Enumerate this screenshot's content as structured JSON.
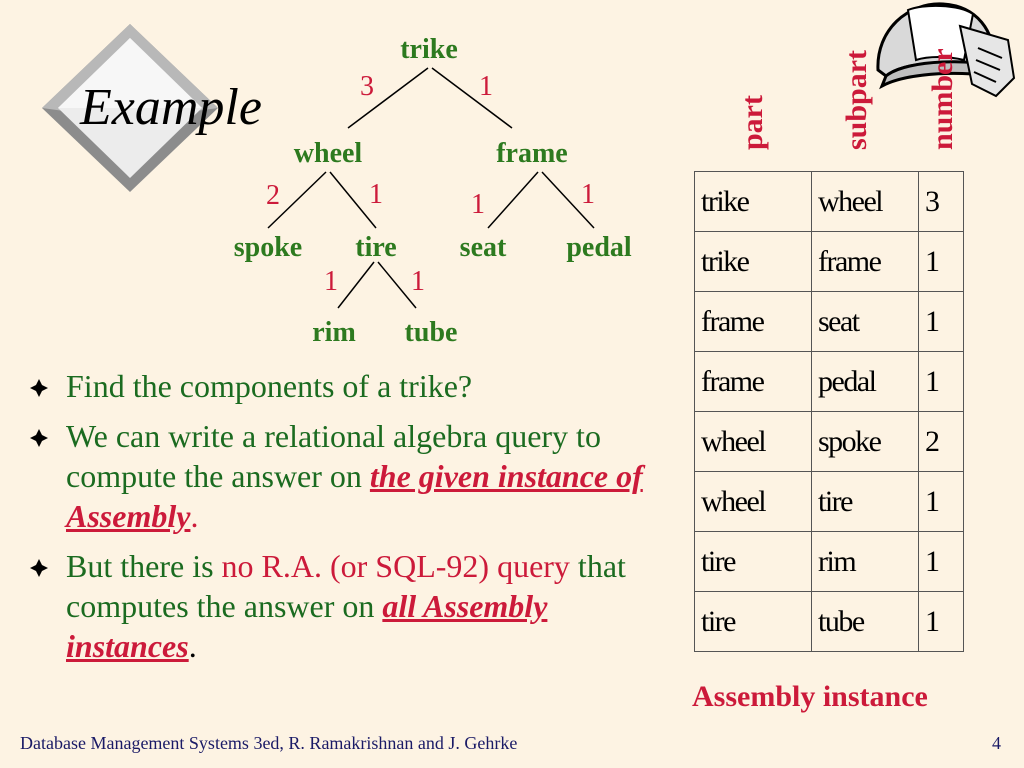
{
  "slide": {
    "title": "Example",
    "footer_text": "Database Management Systems 3ed,  R. Ramakrishnan and J. Gehrke",
    "page_number": "4"
  },
  "tree": {
    "nodes": {
      "trike": "trike",
      "wheel": "wheel",
      "frame": "frame",
      "spoke": "spoke",
      "tire": "tire",
      "seat": "seat",
      "pedal": "pedal",
      "rim": "rim",
      "tube": "tube"
    },
    "edges": {
      "trike_wheel": "3",
      "trike_frame": "1",
      "wheel_spoke": "2",
      "wheel_tire": "1",
      "frame_seat": "1",
      "frame_pedal": "1",
      "tire_rim": "1",
      "tire_tube": "1"
    }
  },
  "table": {
    "headers": [
      "part",
      "subpart",
      "number"
    ],
    "rows": [
      [
        "trike",
        "wheel",
        "3"
      ],
      [
        "trike",
        "frame",
        "1"
      ],
      [
        "frame",
        "seat",
        "1"
      ],
      [
        "frame",
        "pedal",
        "1"
      ],
      [
        "wheel",
        "spoke",
        "2"
      ],
      [
        "wheel",
        "tire",
        "1"
      ],
      [
        "tire",
        "rim",
        "1"
      ],
      [
        "tire",
        "tube",
        "1"
      ]
    ],
    "caption": "Assembly instance"
  },
  "bullets": {
    "b1": "Find the components of a trike?",
    "b2_text": "We can write a relational algebra query to compute the answer on ",
    "b2_emph": "the given instance of Assembly",
    "b2_end": ".",
    "b3_start": "But there is ",
    "b3_red": "no R.A. (or SQL-92) query",
    "b3_mid": " that computes the answer on ",
    "b3_emph": "all Assembly instances",
    "b3_end": "."
  },
  "colors": {
    "background": "#fdf3e3",
    "node_green": "#2d7a1f",
    "accent_red": "#cc1a3a",
    "bullet_green": "#1b6b20"
  }
}
